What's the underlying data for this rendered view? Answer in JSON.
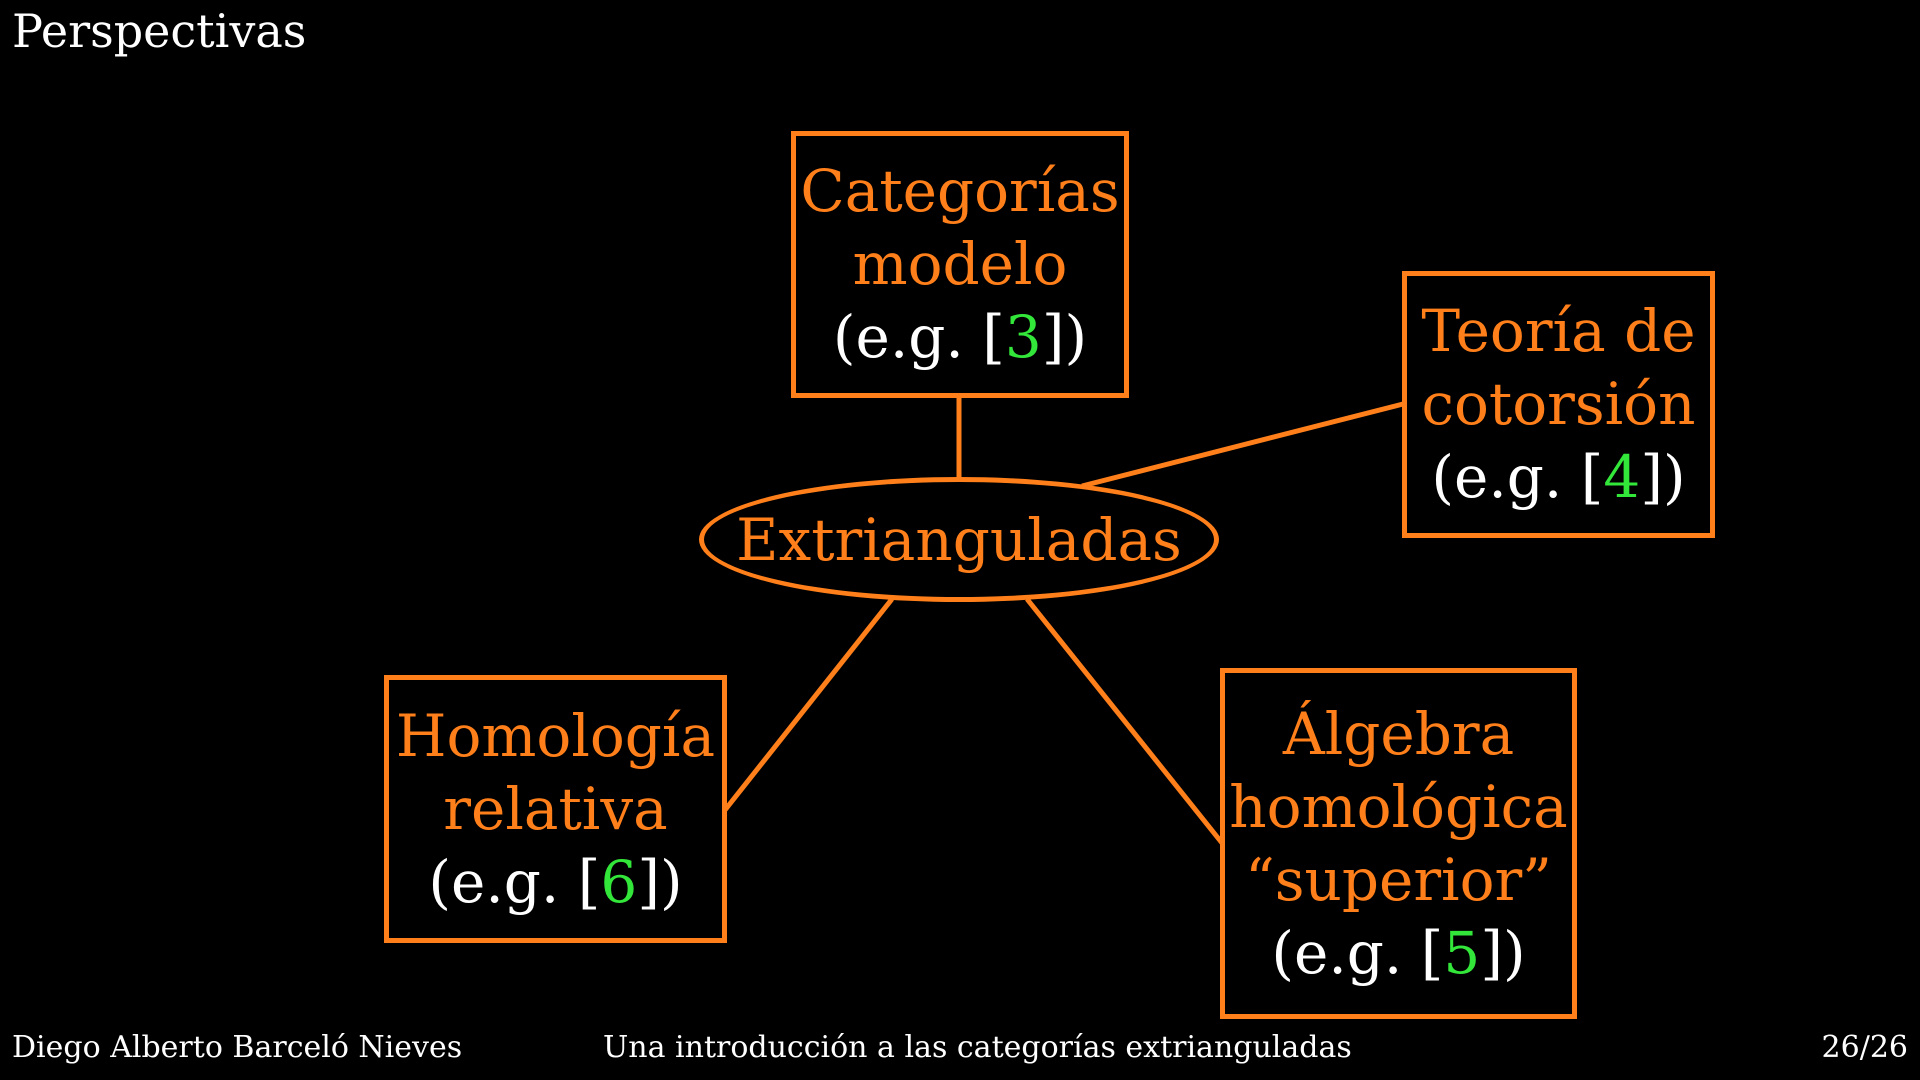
{
  "slide": {
    "title": "Perspectivas",
    "colors": {
      "accent": "#ff7f1a",
      "citation": "#33e63a",
      "text": "#ffffff",
      "background": "#000000"
    }
  },
  "diagram": {
    "center": {
      "label": "Extrianguladas"
    },
    "nodes": {
      "model": {
        "lines": [
          "Categorías",
          "modelo"
        ],
        "ref_prefix": "(e.g. [",
        "ref_num": "3",
        "ref_suffix": "])"
      },
      "cotorsion": {
        "lines": [
          "Teoría de",
          "cotorsión"
        ],
        "ref_prefix": "(e.g. [",
        "ref_num": "4",
        "ref_suffix": "])"
      },
      "relative": {
        "lines": [
          "Homología",
          "relativa"
        ],
        "ref_prefix": "(e.g. [",
        "ref_num": "6",
        "ref_suffix": "])"
      },
      "higher": {
        "lines": [
          "Álgebra",
          "homológica",
          "“superior”"
        ],
        "ref_prefix": "(e.g. [",
        "ref_num": "5",
        "ref_suffix": "])"
      }
    }
  },
  "footer": {
    "author": "Diego Alberto Barceló Nieves",
    "talk_title": "Una introducción a las categorías extrianguladas",
    "page": "26/26"
  }
}
